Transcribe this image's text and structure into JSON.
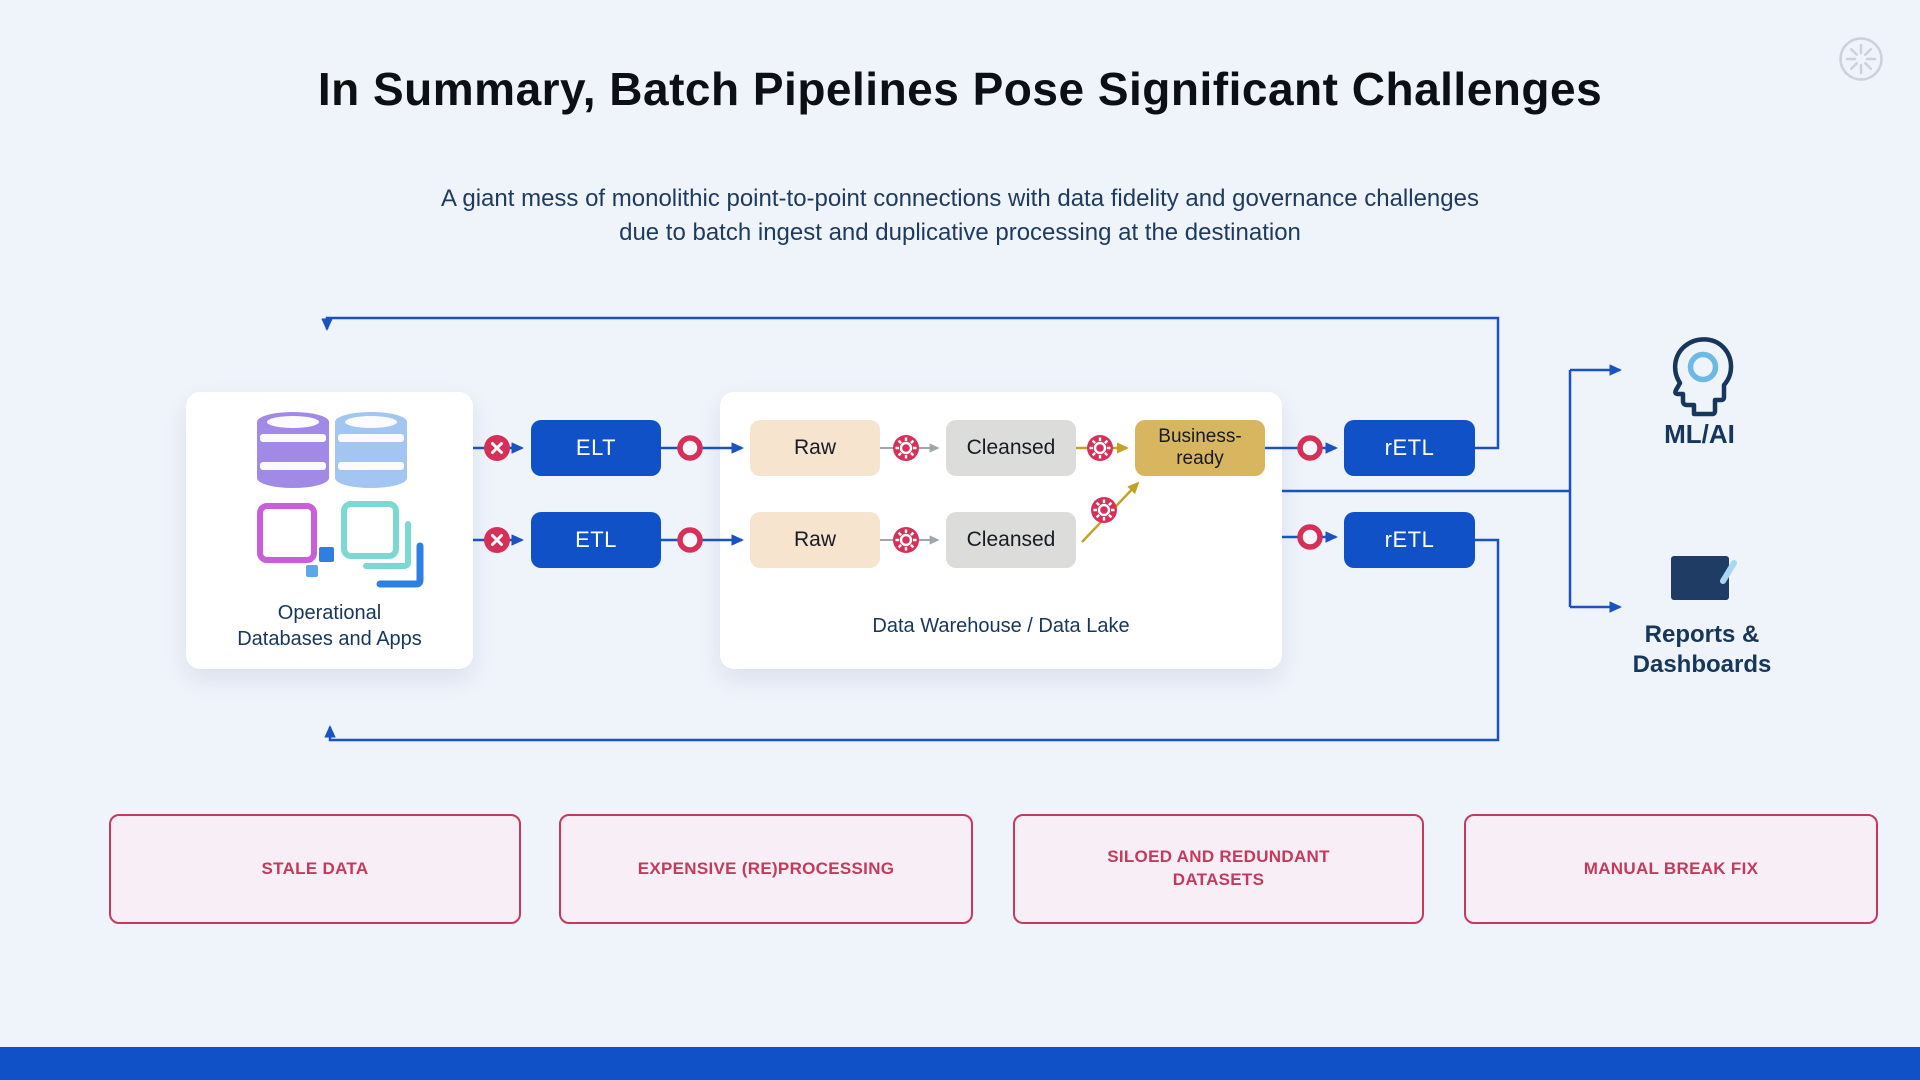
{
  "slide": {
    "title": "In Summary, Batch Pipelines Pose Significant Challenges",
    "subtitle_line1": "A giant mess of monolithic point-to-point connections with data fidelity and governance challenges",
    "subtitle_line2": "due to batch ingest and duplicative processing at the destination"
  },
  "diagram": {
    "sources": {
      "label_line1": "Operational",
      "label_line2": "Databases and Apps",
      "icons": [
        "database-purple-icon",
        "database-blue-icon",
        "app-window-icon",
        "app-stack-icon"
      ]
    },
    "pipelines": {
      "elt": "ELT",
      "etl": "ETL",
      "retl_top": "rETL",
      "retl_bottom": "rETL"
    },
    "warehouse": {
      "label": "Data Warehouse / Data Lake",
      "row1": {
        "raw": "Raw",
        "cleansed": "Cleansed",
        "business_ready_line1": "Business-",
        "business_ready_line2": "ready"
      },
      "row2": {
        "raw": "Raw",
        "cleansed": "Cleansed"
      }
    },
    "destinations": {
      "ml_ai": "ML/AI",
      "reports_line1": "Reports &",
      "reports_line2": "Dashboards"
    },
    "badge_icons": [
      "error-x-icon",
      "gear-processing-icon",
      "checkpoint-ring-icon"
    ]
  },
  "challenges": [
    "STALE DATA",
    "EXPENSIVE (RE)PROCESSING",
    "SILOED AND REDUNDANT DATASETS",
    "MANUAL BREAK FIX"
  ],
  "colors": {
    "background": "#eff3fa",
    "process_blue": "#1151c7",
    "line_blue": "#1a52c2",
    "badge_crimson": "#d63058",
    "challenge_crimson": "#c43a5c",
    "gold_line": "#c2a123",
    "raw_fill": "#f6e4cf",
    "cleansed_fill": "#dcdcda",
    "business_ready_fill": "#d8b55f",
    "navy_text": "#16365c",
    "footer_bar": "#1151c7"
  }
}
